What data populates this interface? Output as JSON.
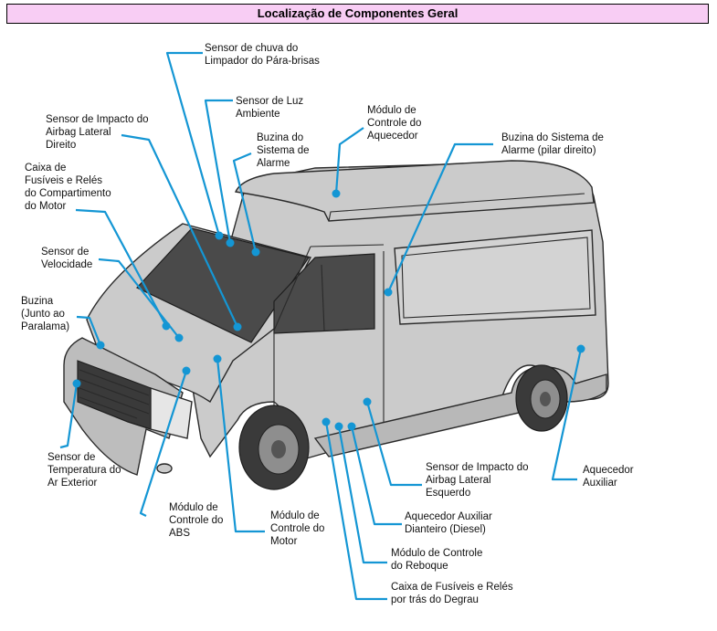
{
  "title": "Localização de Componentes Geral",
  "labels": [
    {
      "id": "rain-sensor",
      "lines": [
        "Sensor de chuva do",
        "Limpador do Pára-brisas"
      ]
    },
    {
      "id": "light-sensor",
      "lines": [
        "Sensor de Luz",
        "Ambiente"
      ]
    },
    {
      "id": "heater-module",
      "lines": [
        "Módulo de",
        "Controle do",
        "Aquecedor"
      ]
    },
    {
      "id": "right-airbag-sensor",
      "lines": [
        "Sensor de Impacto do",
        "Airbag Lateral",
        "Direito"
      ]
    },
    {
      "id": "alarm-horn",
      "lines": [
        "Buzina do",
        "Sistema de",
        "Alarme"
      ]
    },
    {
      "id": "alarm-horn-pillar",
      "lines": [
        "Buzina do Sistema de",
        "Alarme (pilar direito)"
      ]
    },
    {
      "id": "engine-fuse-box",
      "lines": [
        "Caixa de",
        "Fusíveis e Relés",
        "do Compartimento",
        "do Motor"
      ]
    },
    {
      "id": "speed-sensor",
      "lines": [
        "Sensor de",
        "Velocidade"
      ]
    },
    {
      "id": "horn",
      "lines": [
        "Buzina",
        "(Junto ao",
        "Paralama)"
      ]
    },
    {
      "id": "outside-temp-sensor",
      "lines": [
        "Sensor de",
        "Temperatura do",
        "Ar Exterior"
      ]
    },
    {
      "id": "abs-module",
      "lines": [
        "Módulo de",
        "Controle do",
        "ABS"
      ]
    },
    {
      "id": "engine-module",
      "lines": [
        "Módulo de",
        "Controle do",
        "Motor"
      ]
    },
    {
      "id": "left-airbag-sensor",
      "lines": [
        "Sensor de Impacto do",
        "Airbag Lateral",
        "Esquerdo"
      ]
    },
    {
      "id": "aux-heater-rear",
      "lines": [
        "Aquecedor",
        "Auxiliar"
      ]
    },
    {
      "id": "aux-heater-front",
      "lines": [
        "Aquecedor Auxiliar",
        "Dianteiro (Diesel)"
      ]
    },
    {
      "id": "trailer-module",
      "lines": [
        "Módulo de Controle",
        "do Reboque"
      ]
    },
    {
      "id": "step-fuse-box",
      "lines": [
        "Caixa de Fusíveis e Relés",
        "por trás do Degrau"
      ]
    }
  ]
}
